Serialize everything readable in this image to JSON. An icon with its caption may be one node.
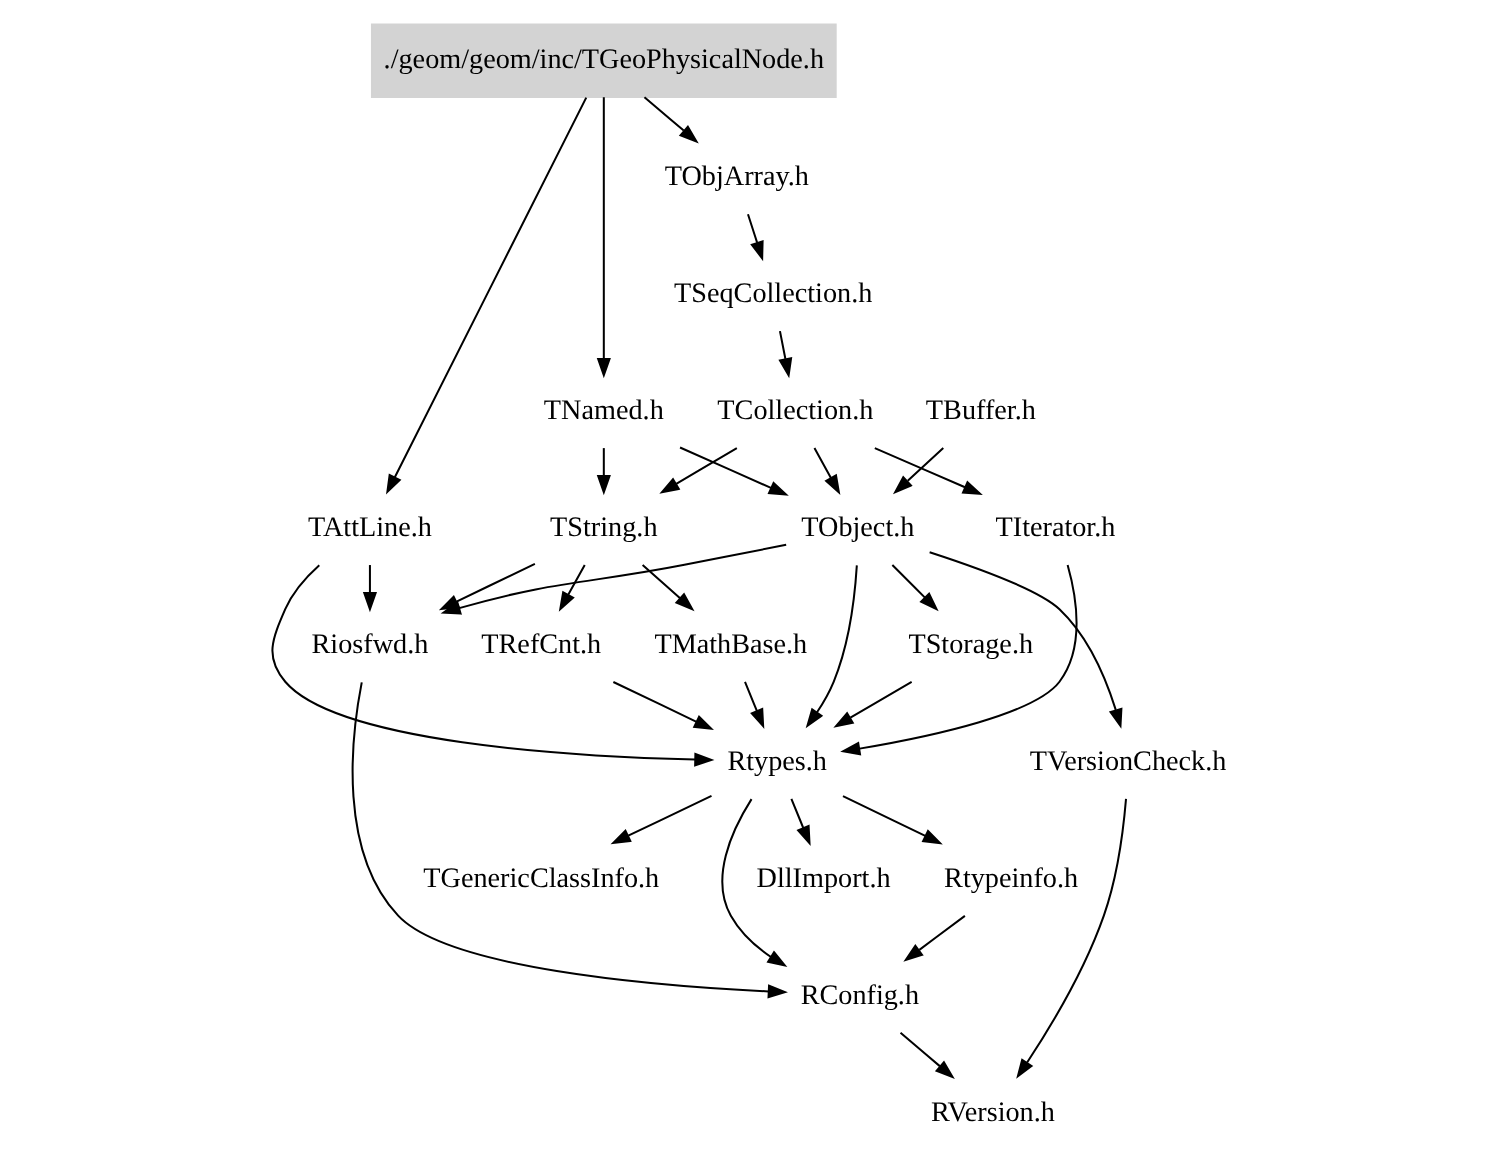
{
  "diagram": {
    "nodes": [
      {
        "text": [
          "./geom/geom/inc/TGeoPhysicalNode.h"
        ]
      },
      {
        "text": [
          "TObjArray.h"
        ]
      },
      {
        "text": [
          "TSeqCollection.h"
        ]
      },
      {
        "text": [
          "TNamed.h"
        ]
      },
      {
        "text": [
          "TCollection.h"
        ]
      },
      {
        "text": [
          "TAttLine.h"
        ]
      },
      {
        "text": [
          "TString.h"
        ]
      },
      {
        "text": [
          "TObject.h"
        ]
      },
      {
        "text": [
          "TIterator.h"
        ]
      },
      {
        "text": [
          "Riosfwd.h"
        ]
      },
      {
        "text": [
          "TRefCnt.h"
        ]
      },
      {
        "text": [
          "TMathBase.h"
        ]
      },
      {
        "text": [
          "TStorage.h"
        ]
      },
      {
        "text": [
          "TBuffer.h"
        ]
      },
      {
        "text": [
          "Rtypes.h"
        ]
      },
      {
        "text": [
          "TVersionCheck.h"
        ]
      },
      {
        "text": [
          "Rtypeinfo.h"
        ]
      },
      {
        "text": [
          "TGenericClassInfo.h"
        ]
      },
      {
        "text": [
          "DllImport.h"
        ]
      },
      {
        "text": [
          "RConfig.h"
        ]
      },
      {
        "text": [
          "RVersion.h"
        ]
      }
    ],
    "edges": [
      {
        "from": 0,
        "to": 1,
        "arrow": "to"
      },
      {
        "from": 0,
        "to": 3,
        "arrow": "to"
      },
      {
        "from": 0,
        "to": 5,
        "arrow": "to"
      },
      {
        "from": 1,
        "to": 2,
        "arrow": "to"
      },
      {
        "from": 2,
        "to": 4,
        "arrow": "to"
      },
      {
        "from": 3,
        "to": 7,
        "arrow": "to"
      },
      {
        "from": 3,
        "to": 6,
        "arrow": "to"
      },
      {
        "from": 4,
        "to": 6,
        "arrow": "to"
      },
      {
        "from": 4,
        "to": 7,
        "arrow": "to"
      },
      {
        "from": 4,
        "to": 8,
        "arrow": "to"
      },
      {
        "from": 5,
        "to": 9,
        "arrow": "to"
      },
      {
        "from": 5,
        "to": 14,
        "arrow": "to"
      },
      {
        "from": 6,
        "to": 9,
        "arrow": "to"
      },
      {
        "from": 6,
        "to": 10,
        "arrow": "to"
      },
      {
        "from": 6,
        "to": 11,
        "arrow": "to"
      },
      {
        "from": 7,
        "to": 9,
        "arrow": "to"
      },
      {
        "from": 7,
        "to": 12,
        "arrow": "to"
      },
      {
        "from": 7,
        "to": 14,
        "arrow": "to"
      },
      {
        "from": 7,
        "to": 15,
        "arrow": "to"
      },
      {
        "from": 13,
        "to": 7,
        "arrow": "to"
      },
      {
        "from": 8,
        "to": 14,
        "arrow": "to"
      },
      {
        "from": 10,
        "to": 14,
        "arrow": "to"
      },
      {
        "from": 11,
        "to": 14,
        "arrow": "to"
      },
      {
        "from": 12,
        "to": 14,
        "arrow": "to"
      },
      {
        "from": 14,
        "to": 16,
        "arrow": "to"
      },
      {
        "from": 14,
        "to": 17,
        "arrow": "to"
      },
      {
        "from": 14,
        "to": 18,
        "arrow": "to"
      },
      {
        "from": 14,
        "to": 19,
        "arrow": "to"
      },
      {
        "from": 9,
        "to": 19,
        "arrow": "to"
      },
      {
        "from": 16,
        "to": 19,
        "arrow": "to"
      },
      {
        "from": 19,
        "to": 20,
        "arrow": "to"
      },
      {
        "from": 15,
        "to": 20,
        "arrow": "to"
      }
    ]
  }
}
